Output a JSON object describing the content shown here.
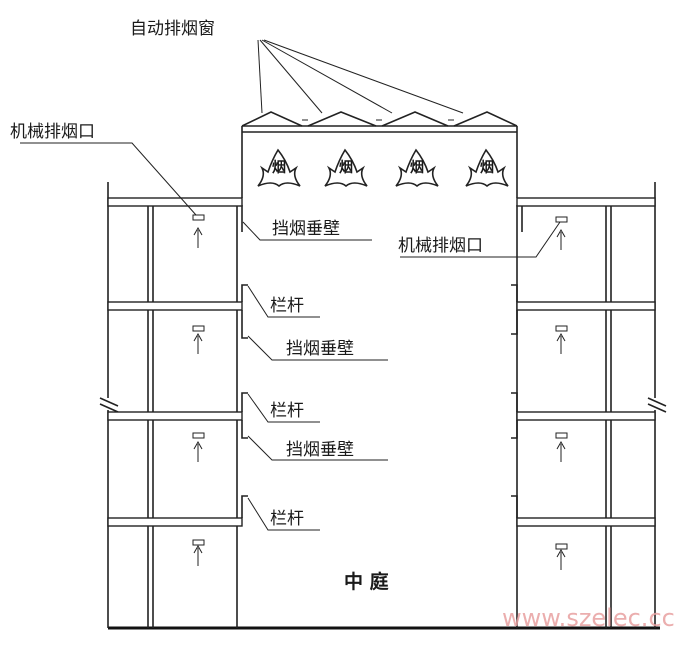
{
  "labels": {
    "auto_vent": "自动排烟窗",
    "mech_exhaust_left": "机械排烟口",
    "mech_exhaust_right": "机械排烟口",
    "smoke_barrier_1": "挡烟垂壁",
    "smoke_barrier_2": "挡烟垂壁",
    "smoke_barrier_3": "挡烟垂壁",
    "railing_1": "栏杆",
    "railing_2": "栏杆",
    "railing_3": "栏杆",
    "atrium": "中 庭",
    "smoke_char": "烟",
    "watermark": "www.szelec.cc"
  }
}
